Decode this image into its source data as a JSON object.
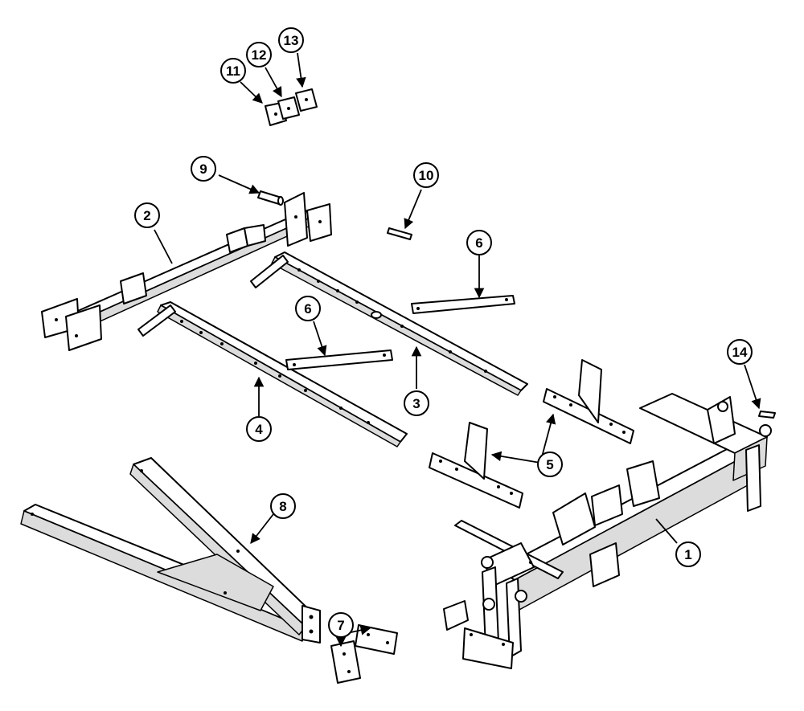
{
  "callouts": [
    {
      "id": "c11",
      "label": "11"
    },
    {
      "id": "c12",
      "label": "12"
    },
    {
      "id": "c13",
      "label": "13"
    },
    {
      "id": "c9",
      "label": "9"
    },
    {
      "id": "c10",
      "label": "10"
    },
    {
      "id": "c2",
      "label": "2"
    },
    {
      "id": "c6a",
      "label": "6"
    },
    {
      "id": "c6b",
      "label": "6"
    },
    {
      "id": "c3",
      "label": "3"
    },
    {
      "id": "c4",
      "label": "4"
    },
    {
      "id": "c14",
      "label": "14"
    },
    {
      "id": "c5",
      "label": "5"
    },
    {
      "id": "c8",
      "label": "8"
    },
    {
      "id": "c1",
      "label": "1"
    },
    {
      "id": "c7",
      "label": "7"
    }
  ]
}
